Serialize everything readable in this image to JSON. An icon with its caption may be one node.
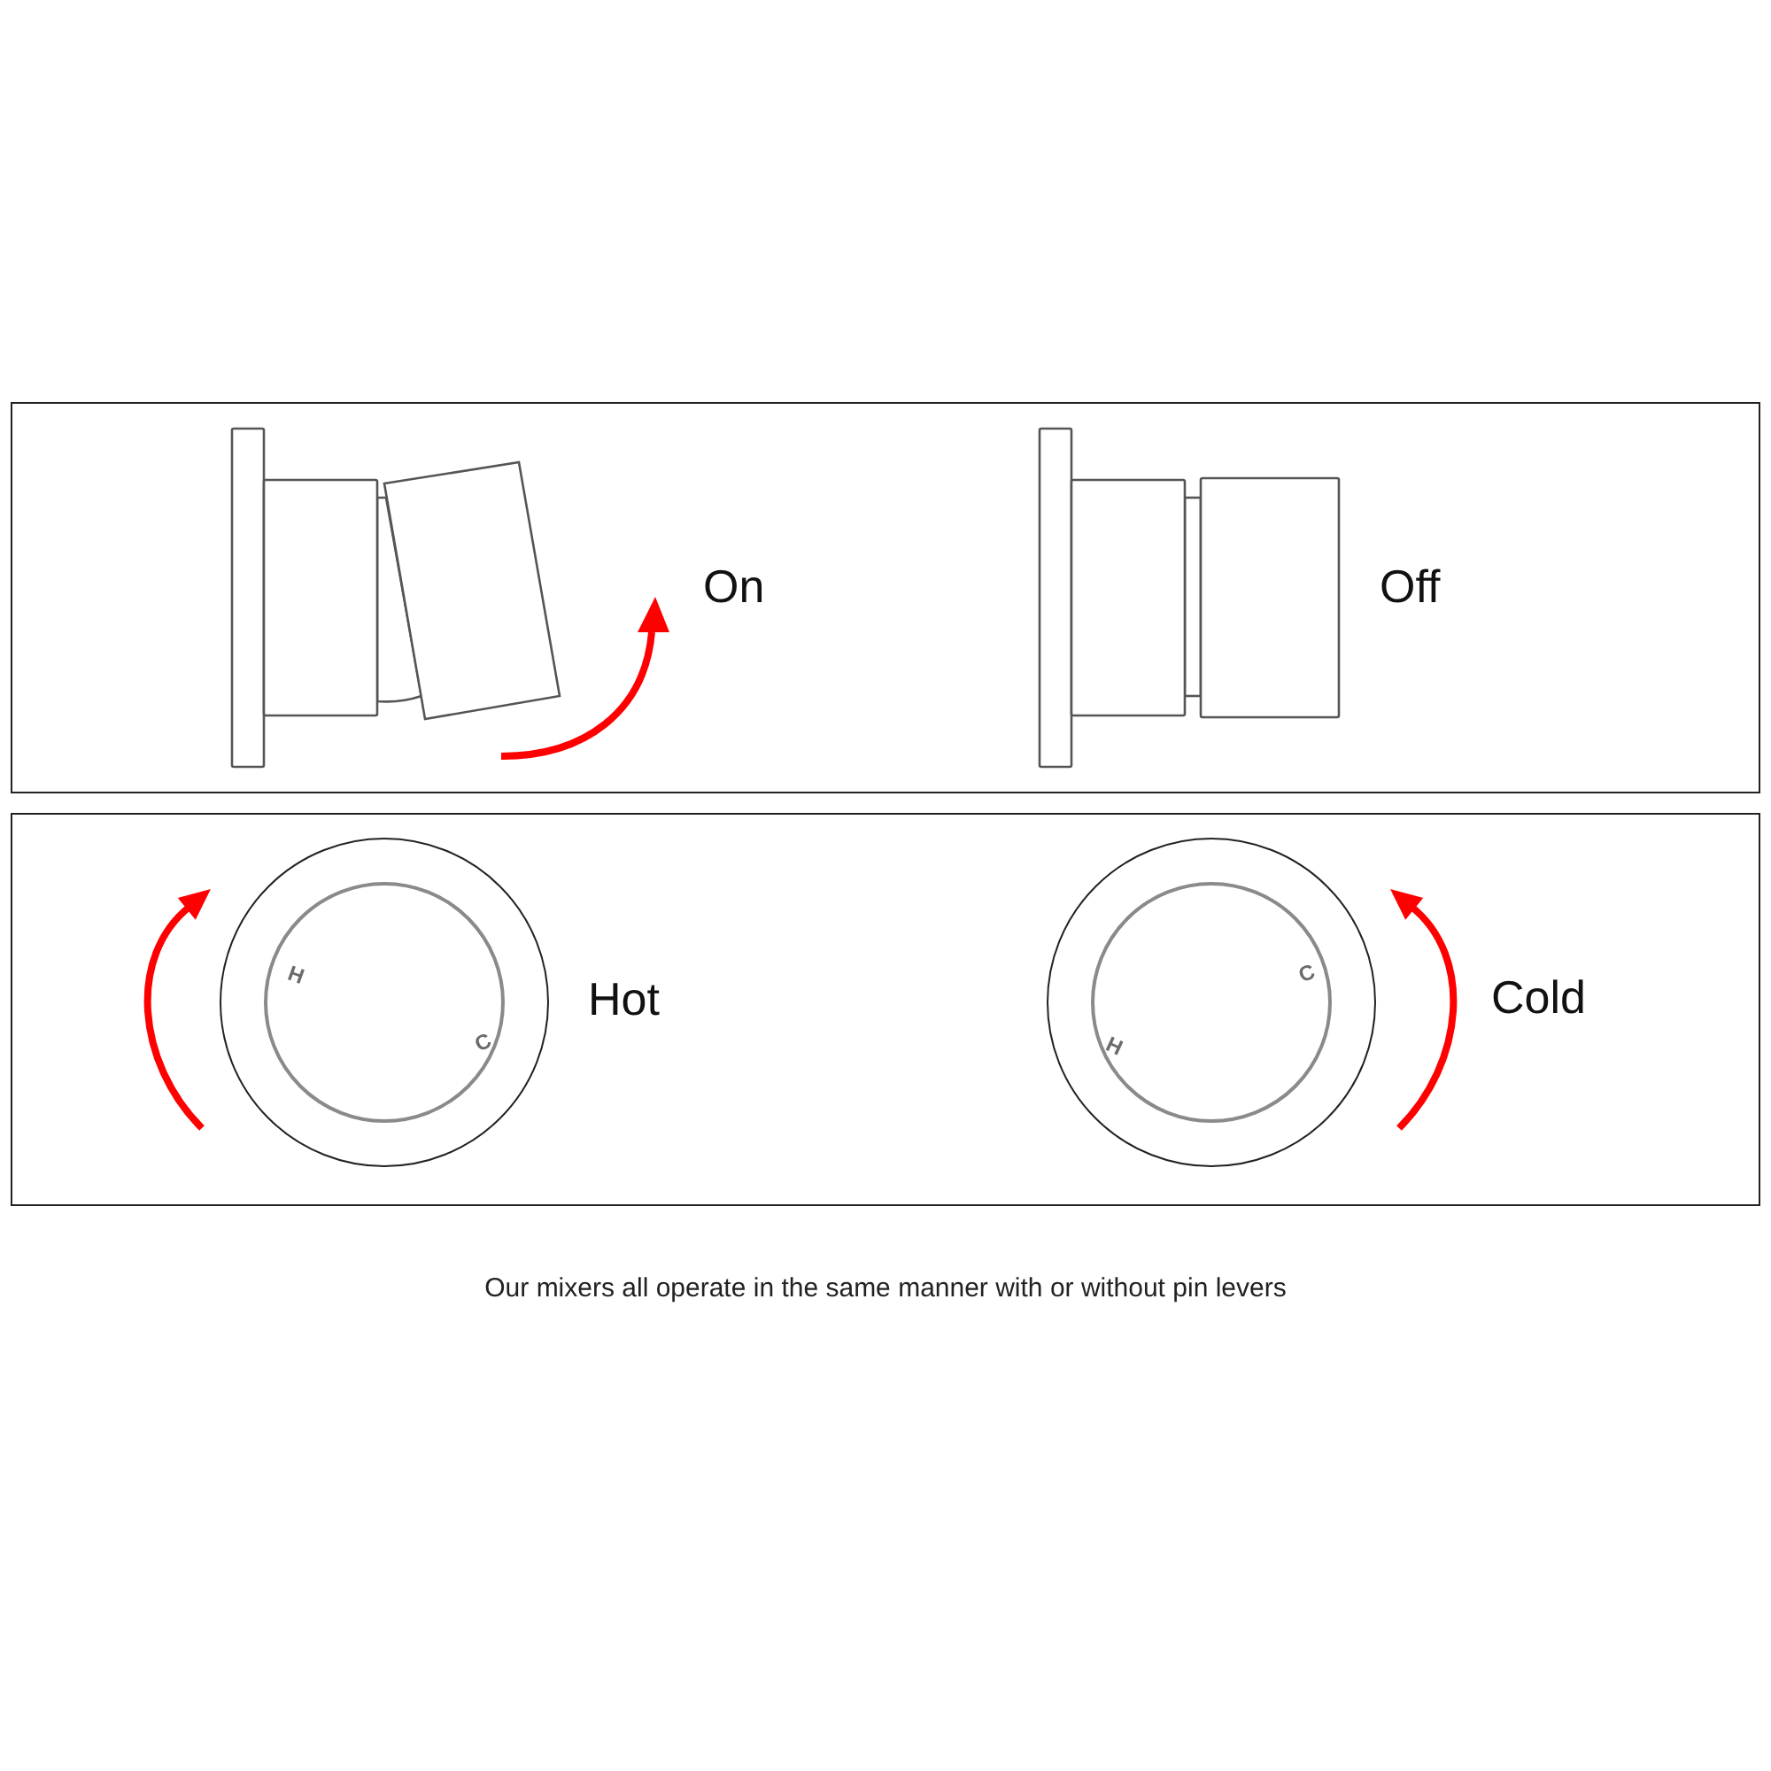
{
  "diagram": {
    "caption": "Our mixers all operate in the same manner with or without pin levers",
    "nodes": [
      {
        "text": [
          "H",
          "C"
        ],
        "beside": [
          "Hot"
        ]
      },
      {
        "text": [
          "C",
          "H"
        ],
        "beside": [
          "Cold"
        ]
      }
    ],
    "labels": [
      "On",
      "Off"
    ]
  }
}
